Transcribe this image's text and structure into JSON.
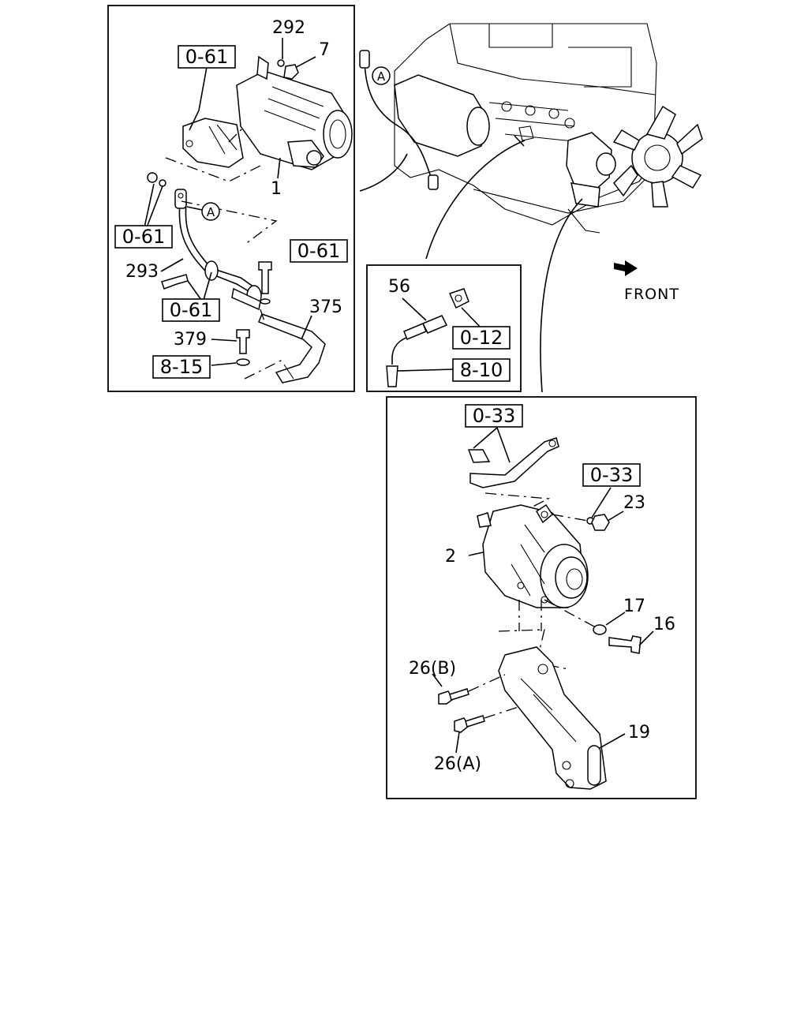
{
  "starter_panel": {
    "refs": [
      "0-61",
      "0-61",
      "0-61",
      "0-61",
      "8-15"
    ],
    "labels": [
      "292",
      "7",
      "1",
      "293",
      "375",
      "379"
    ],
    "circle_marker": "A"
  },
  "sensor_panel": {
    "refs": [
      "0-12",
      "8-10"
    ],
    "labels": [
      "56"
    ]
  },
  "engine_view": {
    "circle_marker": "A",
    "front_label": "FRONT"
  },
  "alternator_panel": {
    "refs": [
      "0-33",
      "0-33"
    ],
    "labels": [
      "23",
      "2",
      "17",
      "16",
      "26(B)",
      "19",
      "26(A)"
    ]
  }
}
